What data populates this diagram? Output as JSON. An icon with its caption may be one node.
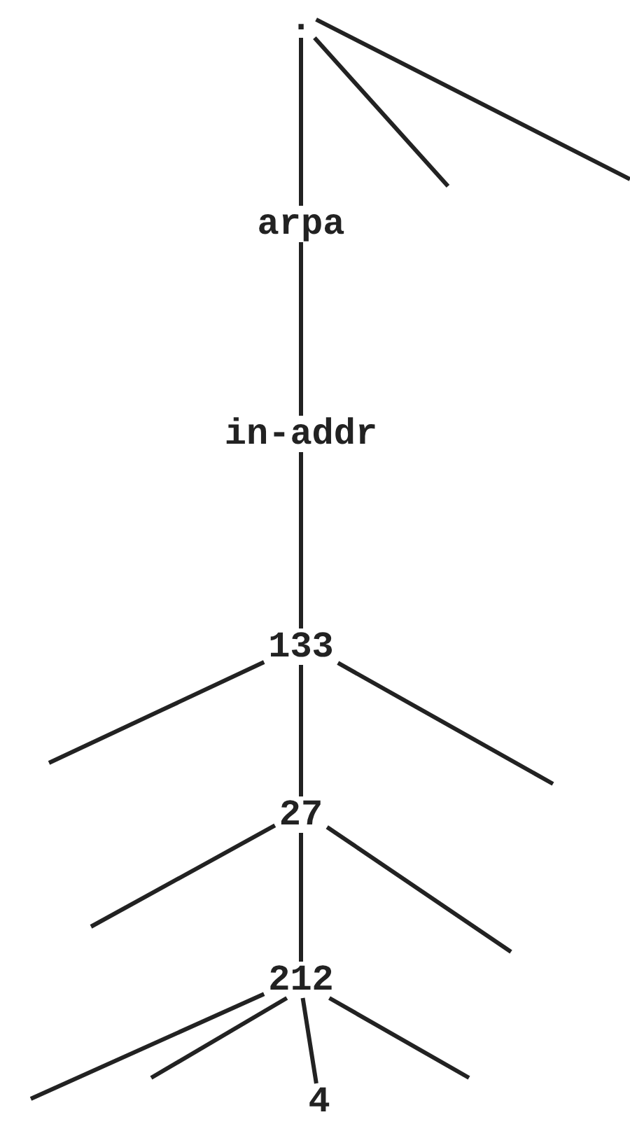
{
  "diagram": {
    "nodes": [
      {
        "text": [
          "."
        ]
      },
      {
        "text": [
          "arpa"
        ]
      },
      {
        "text": [
          "in-addr"
        ]
      },
      {
        "text": [
          "133"
        ]
      },
      {
        "text": [
          "27"
        ]
      },
      {
        "text": [
          "212"
        ]
      },
      {
        "text": [
          "4"
        ]
      }
    ],
    "edges": [
      {
        "from": 0,
        "to": 1,
        "arrow": "none"
      },
      {
        "from": 1,
        "to": 2,
        "arrow": "none"
      },
      {
        "from": 2,
        "to": 3,
        "arrow": "none"
      },
      {
        "from": 3,
        "to": 4,
        "arrow": "none"
      },
      {
        "from": 4,
        "to": 5,
        "arrow": "none"
      },
      {
        "from": 5,
        "to": 6,
        "arrow": "none"
      },
      {
        "from": 0,
        "to": null,
        "arrow": "none"
      },
      {
        "from": 0,
        "to": null,
        "arrow": "none"
      },
      {
        "from": 3,
        "to": null,
        "arrow": "none"
      },
      {
        "from": 3,
        "to": null,
        "arrow": "none"
      },
      {
        "from": 4,
        "to": null,
        "arrow": "none"
      },
      {
        "from": 4,
        "to": null,
        "arrow": "none"
      },
      {
        "from": 5,
        "to": null,
        "arrow": "none"
      },
      {
        "from": 5,
        "to": null,
        "arrow": "none"
      },
      {
        "from": 5,
        "to": null,
        "arrow": "none"
      }
    ]
  }
}
